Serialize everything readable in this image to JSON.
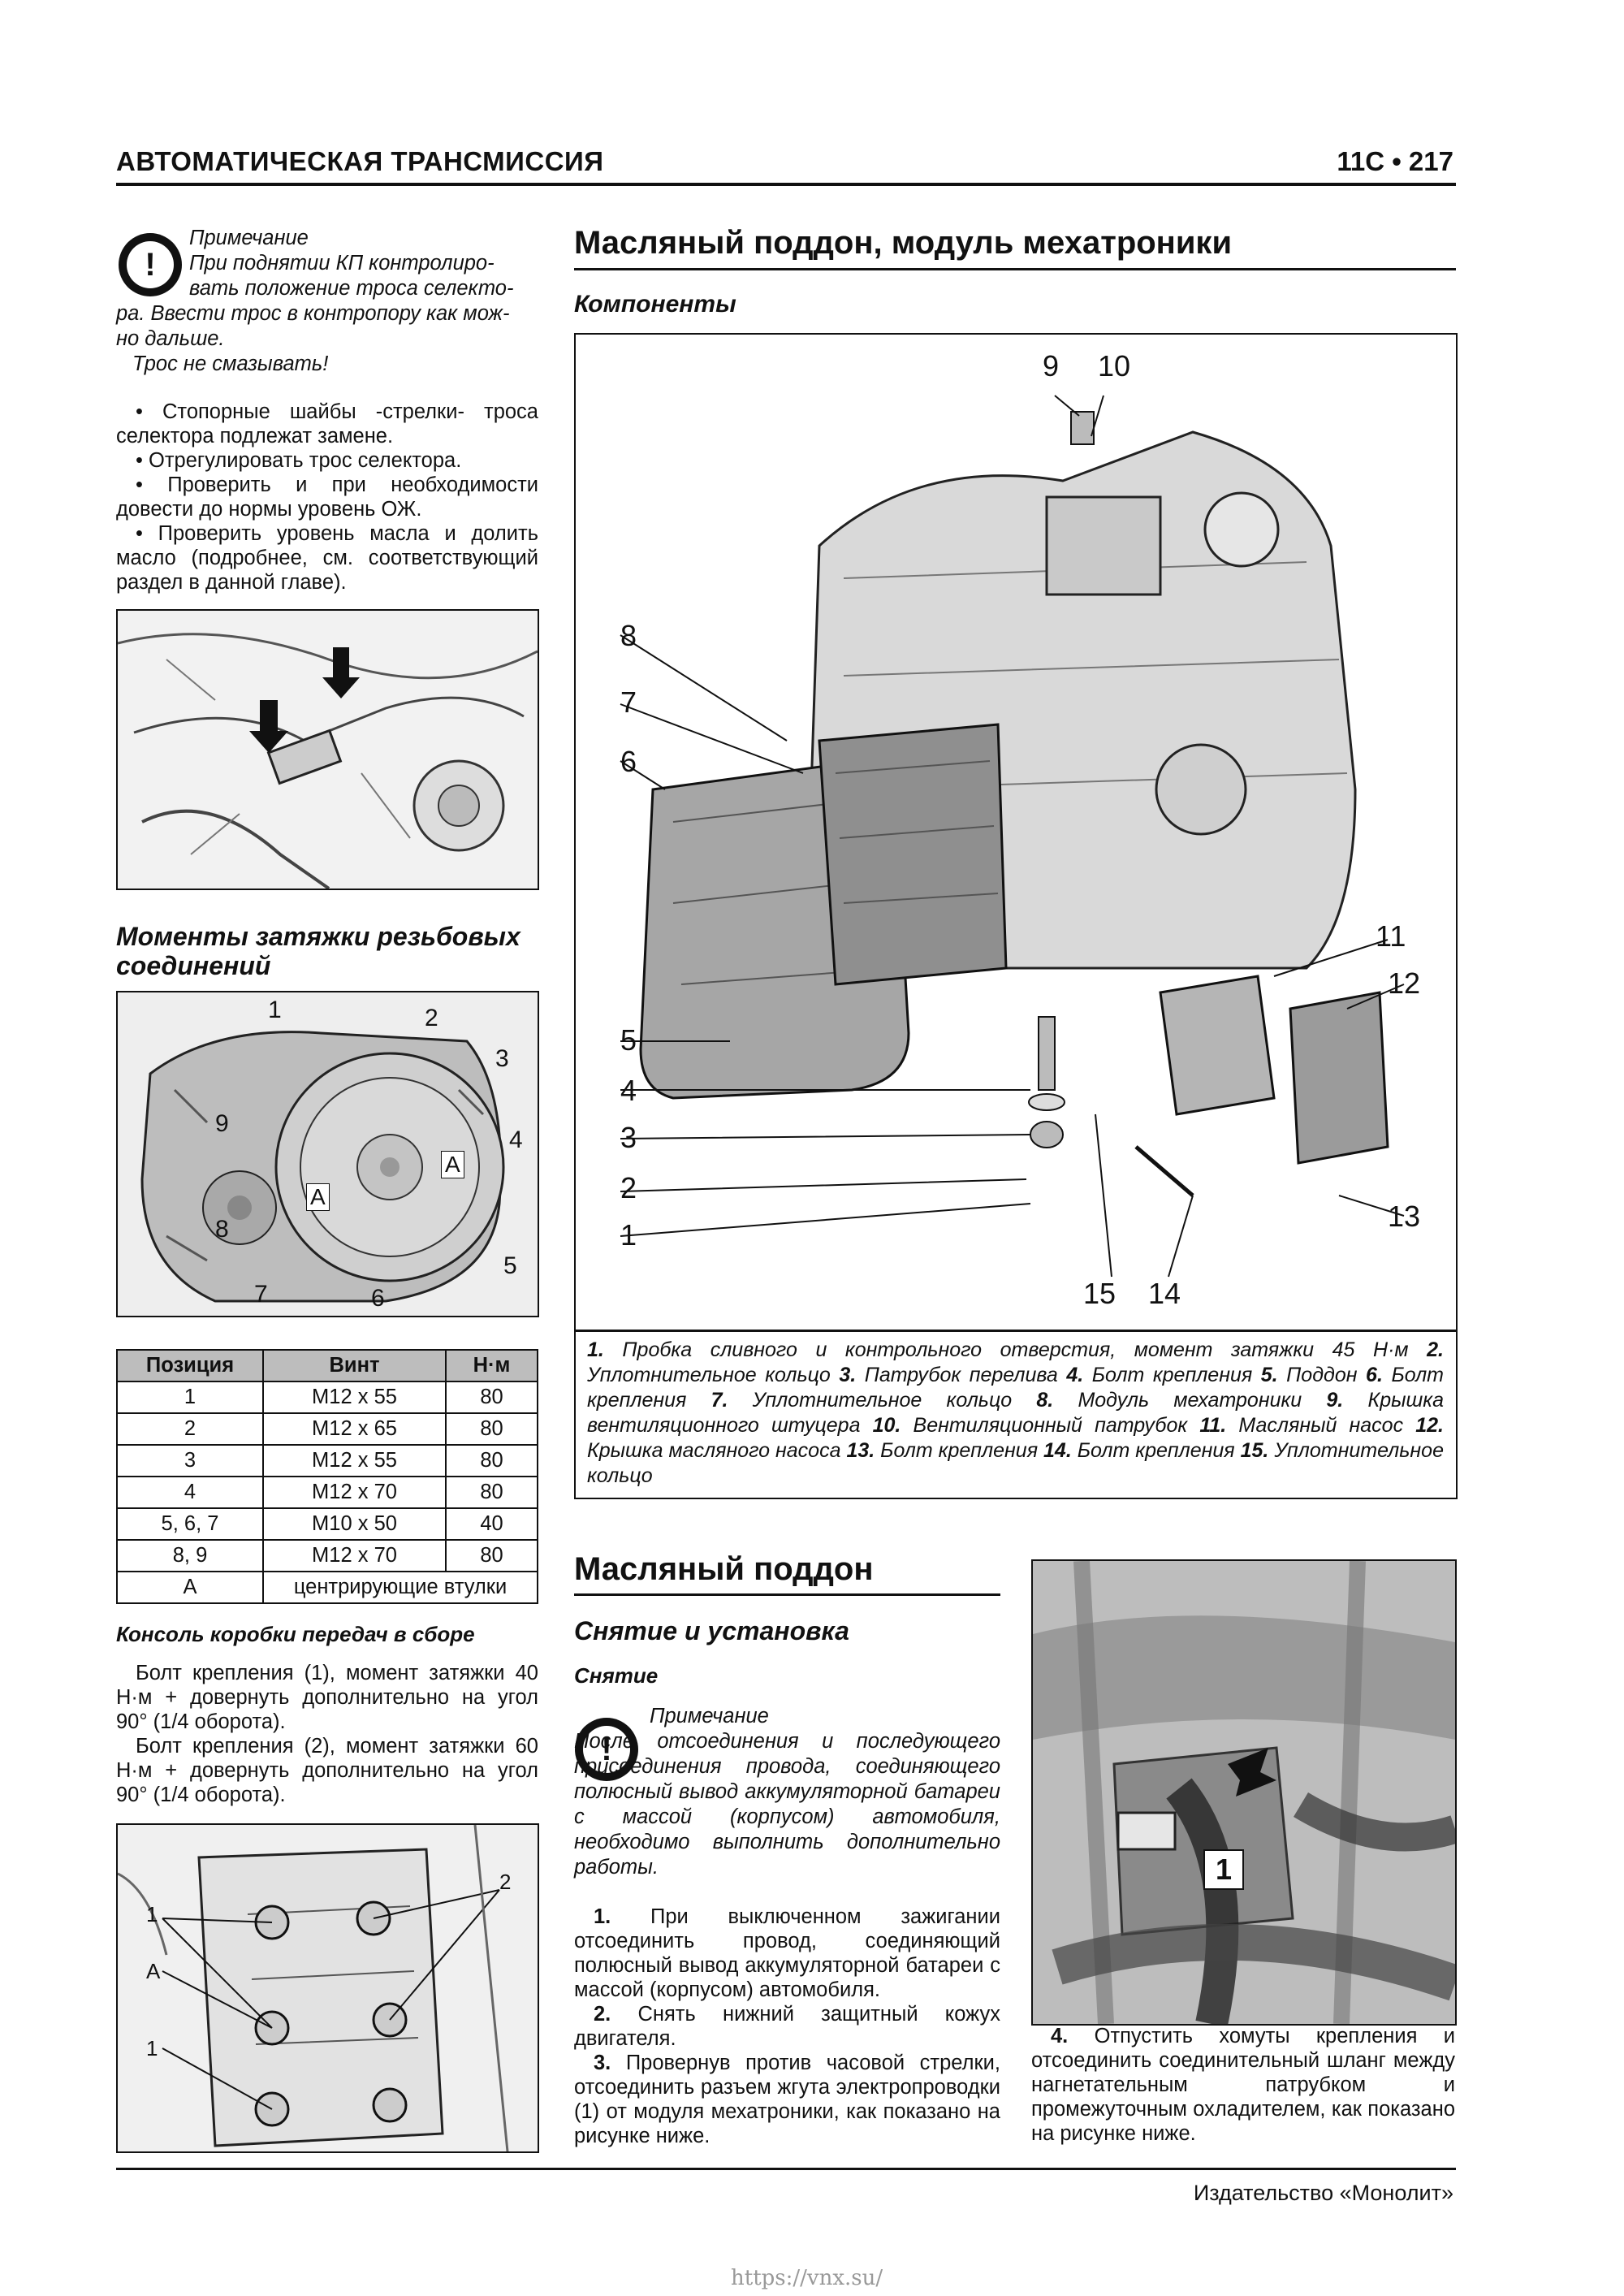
{
  "header": {
    "title": "АВТОМАТИЧЕСКАЯ ТРАНСМИССИЯ",
    "page": "11C • 217"
  },
  "footer": {
    "publisher": "Издательство «Монолит»",
    "url": "https://vnx.su/"
  },
  "note1": {
    "label": "Примечание",
    "lines": [
      "При поднятии КП контролиро-",
      "вать положение троса селекто-",
      "ра. Ввести трос в контропору как мож-",
      "но дальше.",
      "Трос не смазывать!"
    ]
  },
  "bullets1": [
    "• Стопорные шайбы -стрелки- троса селектора подлежат замене.",
    "• Отрегулировать трос селектора.",
    "• Проверить и при необходимости довести до нормы уровень ОЖ.",
    "• Проверить уровень масла и долить масло (подробнее, см. соответствующий раздел в данной главе)."
  ],
  "torque": {
    "title_line1": "Моменты затяжки резьбовых",
    "title_line2": "соединений",
    "fig_labels": [
      "1",
      "2",
      "3",
      "4",
      "5",
      "6",
      "7",
      "8",
      "9",
      "A",
      "A"
    ],
    "headers": [
      "Позиция",
      "Винт",
      "Н·м"
    ],
    "rows": [
      [
        "1",
        "M12 x 55",
        "80"
      ],
      [
        "2",
        "M12 x 65",
        "80"
      ],
      [
        "3",
        "M12 x 55",
        "80"
      ],
      [
        "4",
        "M12 x 70",
        "80"
      ],
      [
        "5, 6, 7",
        "M10 x 50",
        "40"
      ],
      [
        "8, 9",
        "M12 x 70",
        "80"
      ],
      [
        "A",
        "центрирующие втулки",
        ""
      ]
    ]
  },
  "console": {
    "title": "Консоль коробки передач в сборе",
    "p1": "Болт крепления (1), момент затяжки 40 Н·м + довернуть дополнительно на угол 90° (1/4 оборота).",
    "p2": "Болт крепления (2), момент затяжки 60 Н·м + довернуть дополнительно на угол 90° (1/4 оборота).",
    "fig_labels": [
      "1",
      "2",
      "A",
      "1"
    ]
  },
  "section1": {
    "title": "Масляный поддон, модуль мехатроники",
    "subtitle": "Компоненты",
    "fig_labels": [
      "9",
      "10",
      "8",
      "7",
      "6",
      "5",
      "4",
      "3",
      "2",
      "1",
      "11",
      "12",
      "13",
      "15",
      "14"
    ],
    "caption": [
      {
        "n": "1.",
        "t": " Пробка сливного и контрольного отверстия, момент затяжки 45 Н·м "
      },
      {
        "n": "2.",
        "t": " Уплотнительное кольцо "
      },
      {
        "n": "3.",
        "t": " Патрубок перелива "
      },
      {
        "n": "4.",
        "t": " Болт крепления "
      },
      {
        "n": "5.",
        "t": " Поддон "
      },
      {
        "n": "6.",
        "t": " Болт крепления "
      },
      {
        "n": "7.",
        "t": " Уплотнительное кольцо "
      },
      {
        "n": "8.",
        "t": " Модуль мехатроники "
      },
      {
        "n": "9.",
        "t": " Крышка вентиляционного штуцера "
      },
      {
        "n": "10.",
        "t": " Вентиляционный патрубок "
      },
      {
        "n": "11.",
        "t": " Масляный насос "
      },
      {
        "n": "12.",
        "t": " Крышка масляного насоса "
      },
      {
        "n": "13.",
        "t": " Болт крепления "
      },
      {
        "n": "14.",
        "t": " Болт крепления "
      },
      {
        "n": "15.",
        "t": " Уплотнительное кольцо"
      }
    ]
  },
  "section2": {
    "title": "Масляный поддон",
    "subtitle": "Снятие и установка",
    "subsub": "Снятие",
    "note_label": "Примечание",
    "note_text": "После отсоединения и последующего присоединения провода, соединяющего полюсный вывод аккумуляторной батареи с массой (корпусом) автомобиля, необходимо выполнить дополнительно работы.",
    "steps": [
      {
        "n": "1.",
        "t": " При выключенном зажигании отсоединить провод, соединяющий полюсный вывод аккумуляторной батареи с массой (корпусом) автомобиля."
      },
      {
        "n": "2.",
        "t": " Снять нижний защитный кожух двигателя."
      },
      {
        "n": "3.",
        "t": " Провернув против часовой стрелки, отсоединить разъем жгута электропроводки (1) от модуля мехатроники, как показано на рисунке ниже."
      }
    ],
    "photo_label": "1",
    "step4": {
      "n": "4.",
      "t": " Отпустить хомуты крепления и отсоединить соединительный шланг между нагнетательным патрубком и промежуточным охладителем, как показано на рисунке ниже."
    }
  }
}
